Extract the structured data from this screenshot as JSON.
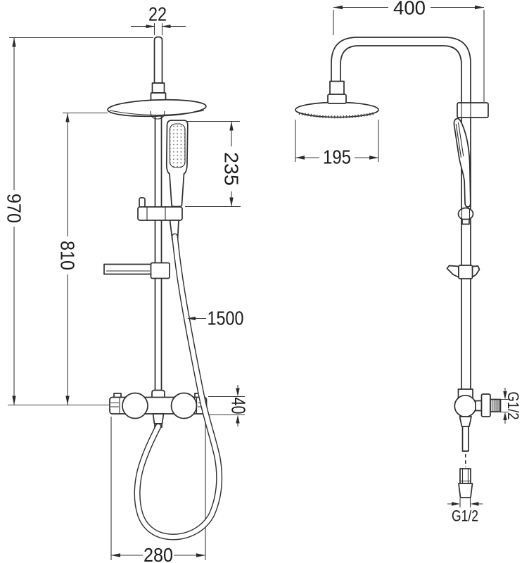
{
  "diagram": {
    "background": "#ffffff",
    "line_color": "#2e2e2e",
    "views": {
      "front": {
        "dimensions": {
          "rod_width": "22",
          "overall_height": "970",
          "column_height": "810",
          "handset_length": "235",
          "hose_length": "1500",
          "valve_height": "40",
          "valve_width": "280"
        }
      },
      "side": {
        "dimensions": {
          "arm_reach": "400",
          "head_diameter": "195",
          "side_thread": "G1/2",
          "bottom_thread": "G1/2"
        }
      }
    }
  }
}
